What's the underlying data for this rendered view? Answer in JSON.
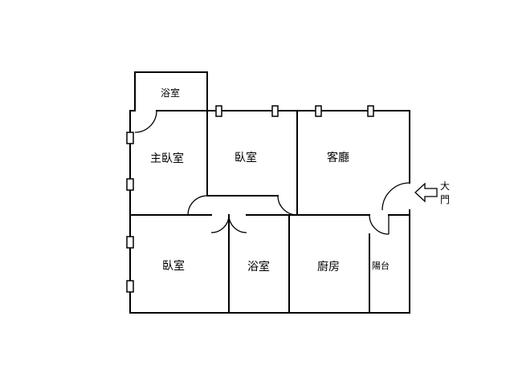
{
  "colors": {
    "background": "#ffffff",
    "wall": "#000000",
    "text": "#000000"
  },
  "rooms": {
    "bathroom_top": "浴室",
    "master_bedroom": "主臥室",
    "bedroom_top": "臥室",
    "living_room": "客廳",
    "bedroom_bottom": "臥室",
    "bathroom_bottom": "浴室",
    "kitchen": "廚房",
    "balcony": "陽台"
  },
  "entrance": {
    "label_char1": "大",
    "label_char2": "門"
  }
}
